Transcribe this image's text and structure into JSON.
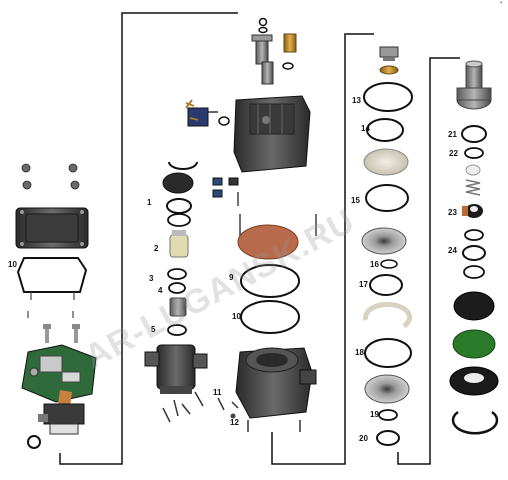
{
  "diagram": {
    "watermark_text": "AR-LUGANSK.RU",
    "corner_mark": "'",
    "callouts": {
      "c1": "1",
      "c2": "2",
      "c3": "3",
      "c4": "4",
      "c5": "5",
      "c9": "9",
      "c10a": "10",
      "c10b": "10",
      "c11": "11",
      "c12": "12",
      "c13": "13",
      "c14": "14",
      "c15": "15",
      "c16": "16",
      "c17": "17",
      "c18": "18",
      "c19": "19",
      "c20": "20",
      "c21": "21",
      "c22": "22",
      "c23": "23",
      "c24": "24"
    },
    "colors": {
      "line": "#111111",
      "metal": "#8c8c8c",
      "dark_metal": "#4a4a4a",
      "gasket": "#b0623a",
      "filter_green": "#2a7a2a",
      "brass": "#b8862f",
      "oring": "#111111"
    }
  }
}
